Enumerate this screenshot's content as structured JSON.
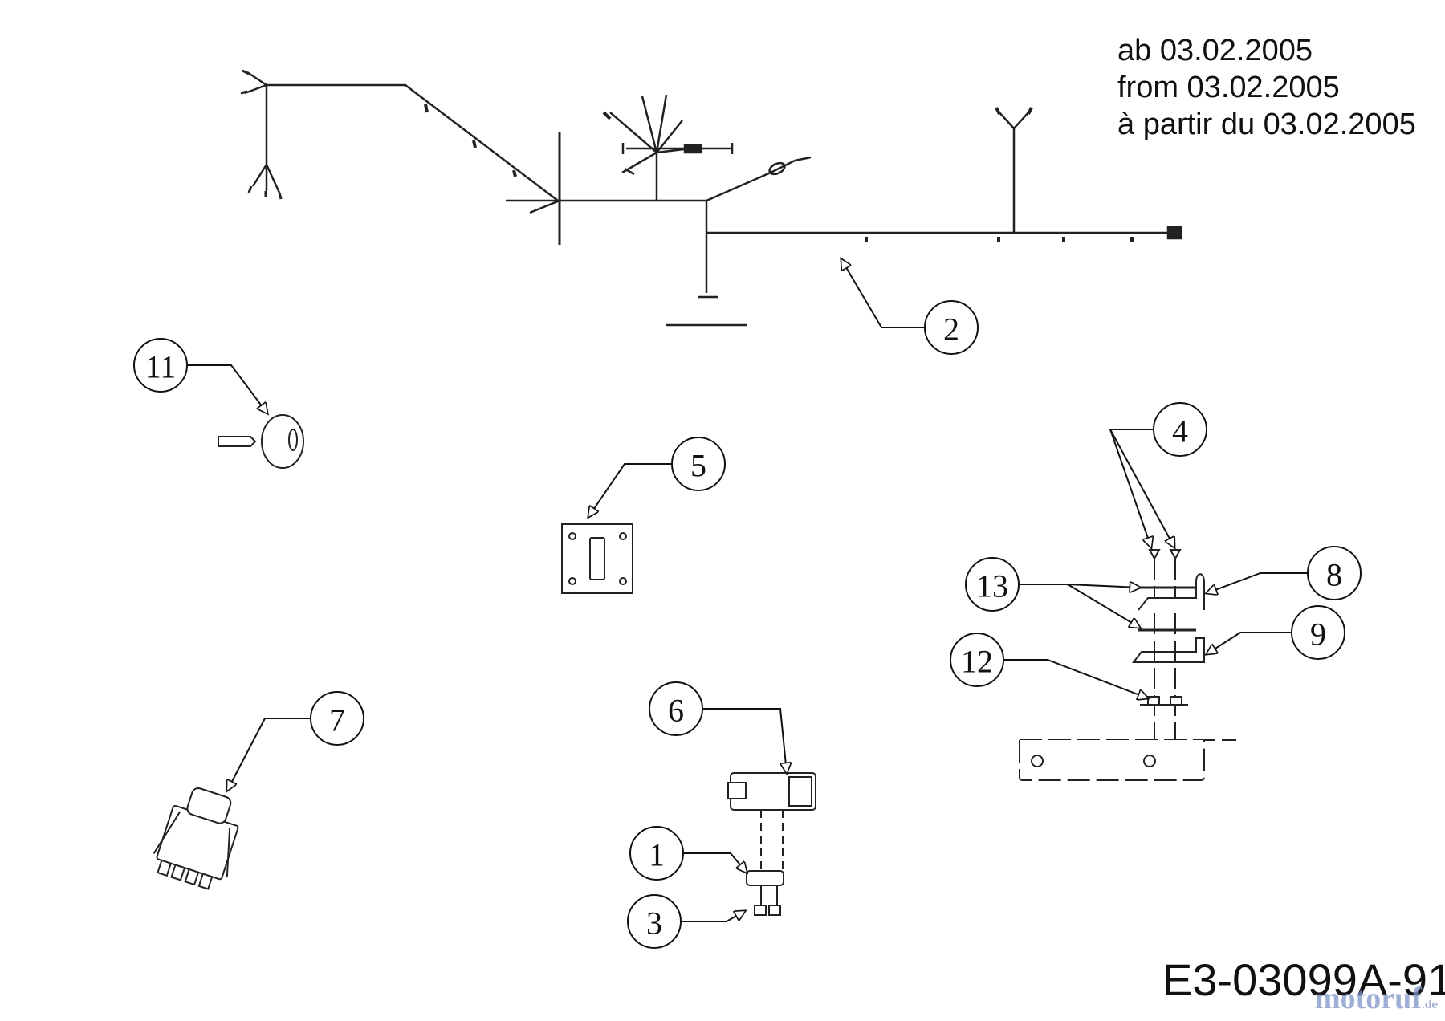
{
  "validity": {
    "de": "ab 03.02.2005",
    "en": "from 03.02.2005",
    "fr": "à partir du 03.02.2005"
  },
  "drawing_code": "E3-03099A-91",
  "watermark": {
    "name": "motoruf",
    "tld": ".de"
  },
  "callouts": [
    {
      "id": "1",
      "label": "1"
    },
    {
      "id": "2",
      "label": "2"
    },
    {
      "id": "3",
      "label": "3"
    },
    {
      "id": "4",
      "label": "4"
    },
    {
      "id": "5",
      "label": "5"
    },
    {
      "id": "6",
      "label": "6"
    },
    {
      "id": "7",
      "label": "7"
    },
    {
      "id": "8",
      "label": "8"
    },
    {
      "id": "9",
      "label": "9"
    },
    {
      "id": "11",
      "label": "11"
    },
    {
      "id": "12",
      "label": "12"
    },
    {
      "id": "13",
      "label": "13"
    }
  ]
}
